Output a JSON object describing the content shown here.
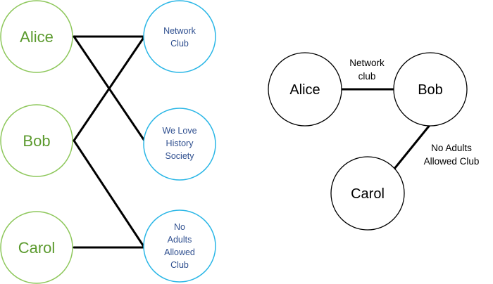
{
  "bipartite": {
    "people": [
      {
        "id": "alice",
        "label": "Alice"
      },
      {
        "id": "bob",
        "label": "Bob"
      },
      {
        "id": "carol",
        "label": "Carol"
      }
    ],
    "clubs": [
      {
        "id": "network",
        "lines": [
          "Network",
          "Club"
        ]
      },
      {
        "id": "history",
        "lines": [
          "We Love",
          "History",
          "Society"
        ]
      },
      {
        "id": "noadults",
        "lines": [
          "No",
          "Adults",
          "Allowed",
          "Club"
        ]
      }
    ],
    "memberships": [
      {
        "person": "alice",
        "club": "network"
      },
      {
        "person": "alice",
        "club": "history"
      },
      {
        "person": "bob",
        "club": "network"
      },
      {
        "person": "bob",
        "club": "noadults"
      },
      {
        "person": "carol",
        "club": "noadults"
      }
    ]
  },
  "projection": {
    "nodes": [
      {
        "id": "alice",
        "label": "Alice"
      },
      {
        "id": "bob",
        "label": "Bob"
      },
      {
        "id": "carol",
        "label": "Carol"
      }
    ],
    "edges": [
      {
        "from": "alice",
        "to": "bob",
        "label_lines": [
          "Network",
          "club"
        ]
      },
      {
        "from": "bob",
        "to": "carol",
        "label_lines": [
          "No Adults",
          "Allowed Club"
        ]
      }
    ]
  },
  "colors": {
    "person_stroke": "#8dc75a",
    "person_text": "#5b9a2e",
    "club_stroke": "#29b6e6",
    "club_text": "#2f4f8f",
    "edge": "#000000"
  }
}
